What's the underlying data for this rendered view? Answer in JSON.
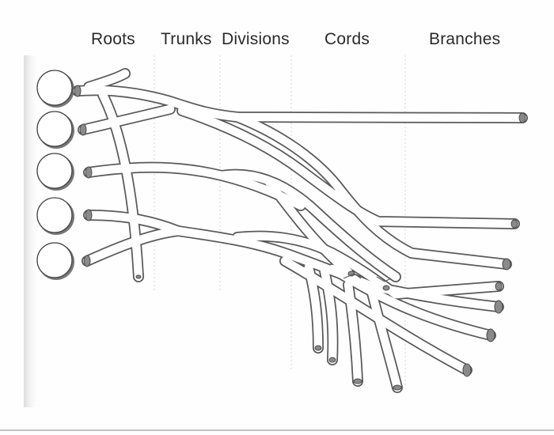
{
  "headers": {
    "roots": "Roots",
    "trunks": "Trunks",
    "divisions": "Divisions",
    "cords": "Cords",
    "branches": "Branches"
  },
  "colors": {
    "nerve_outline": "#5a5a5a",
    "nerve_fill": "#ffffff",
    "nerve_end": "#8a8a8a",
    "guide_line": "#cfcfcf",
    "root_circle_shadow": "#6a6a6a",
    "left_margin_shadow": "#e6e6e6"
  },
  "root_count": 5
}
